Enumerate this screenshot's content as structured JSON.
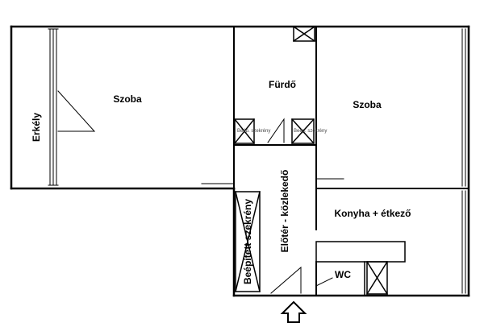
{
  "rooms": {
    "erkely": "Erkély",
    "szoba_left": "Szoba",
    "furdo": "Fürdő",
    "szoba_right": "Szoba",
    "konyha": "Konyha + étkező",
    "eloter": "Előtér - közlekedő",
    "beepitett": "Beépített szekrény",
    "wc": "WC"
  },
  "closets": {
    "left": "Beép. szekrény",
    "right": "Beép. szekrény"
  },
  "entrance": {
    "icon": "entrance-arrow-icon"
  }
}
